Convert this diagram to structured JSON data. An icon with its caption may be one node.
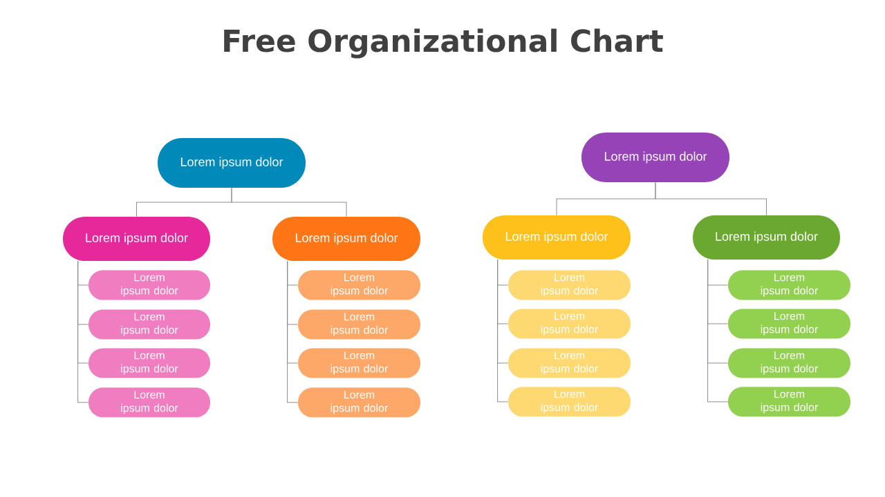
{
  "diagram": {
    "title": "Free Organizational Chart",
    "nodes": [
      {
        "text": [
          "Lorem ipsum dolor"
        ]
      },
      {
        "text": [
          "Lorem ipsum dolor"
        ]
      },
      {
        "text": [
          "Lorem ipsum dolor"
        ]
      },
      {
        "text": [
          "Lorem ipsum dolor"
        ]
      },
      {
        "text": [
          "Lorem ipsum dolor"
        ]
      },
      {
        "text": [
          "Lorem ipsum dolor"
        ]
      },
      {
        "text": [
          "Lorem ipsum dolor"
        ]
      },
      {
        "text": [
          "Lorem ipsum dolor"
        ]
      },
      {
        "text": [
          "Lorem ipsum dolor"
        ]
      },
      {
        "text": [
          "Lorem ipsum dolor"
        ]
      },
      {
        "text": [
          "Lorem ipsum dolor"
        ]
      },
      {
        "text": [
          "Lorem ipsum dolor"
        ]
      },
      {
        "text": [
          "Lorem ipsum dolor"
        ]
      },
      {
        "text": [
          "Lorem ipsum dolor"
        ]
      },
      {
        "text": [
          "Lorem ipsum dolor"
        ]
      },
      {
        "text": [
          "Lorem ipsum dolor"
        ]
      },
      {
        "text": [
          "Lorem ipsum dolor"
        ]
      },
      {
        "text": [
          "Lorem ipsum dolor"
        ]
      },
      {
        "text": [
          "Lorem ipsum dolor"
        ]
      },
      {
        "text": [
          "Lorem ipsum dolor"
        ]
      },
      {
        "text": [
          "Lorem ipsum dolor"
        ]
      },
      {
        "text": [
          "Lorem ipsum dolor"
        ]
      }
    ],
    "edges": [
      {
        "from": 0,
        "to": 1,
        "arrow": "none"
      },
      {
        "from": 0,
        "to": 2,
        "arrow": "none"
      },
      {
        "from": 1,
        "to": 3,
        "arrow": "none"
      },
      {
        "from": 1,
        "to": 4,
        "arrow": "none"
      },
      {
        "from": 1,
        "to": 5,
        "arrow": "none"
      },
      {
        "from": 1,
        "to": 6,
        "arrow": "none"
      },
      {
        "from": 2,
        "to": 7,
        "arrow": "none"
      },
      {
        "from": 2,
        "to": 8,
        "arrow": "none"
      },
      {
        "from": 2,
        "to": 9,
        "arrow": "none"
      },
      {
        "from": 2,
        "to": 10,
        "arrow": "none"
      },
      {
        "from": 11,
        "to": 12,
        "arrow": "none"
      },
      {
        "from": 11,
        "to": 13,
        "arrow": "none"
      },
      {
        "from": 12,
        "to": 14,
        "arrow": "none"
      },
      {
        "from": 12,
        "to": 15,
        "arrow": "none"
      },
      {
        "from": 12,
        "to": 16,
        "arrow": "none"
      },
      {
        "from": 12,
        "to": 17,
        "arrow": "none"
      },
      {
        "from": 13,
        "to": 18,
        "arrow": "none"
      },
      {
        "from": 13,
        "to": 19,
        "arrow": "none"
      },
      {
        "from": 13,
        "to": 20,
        "arrow": "none"
      },
      {
        "from": 13,
        "to": 21,
        "arrow": "none"
      }
    ]
  }
}
